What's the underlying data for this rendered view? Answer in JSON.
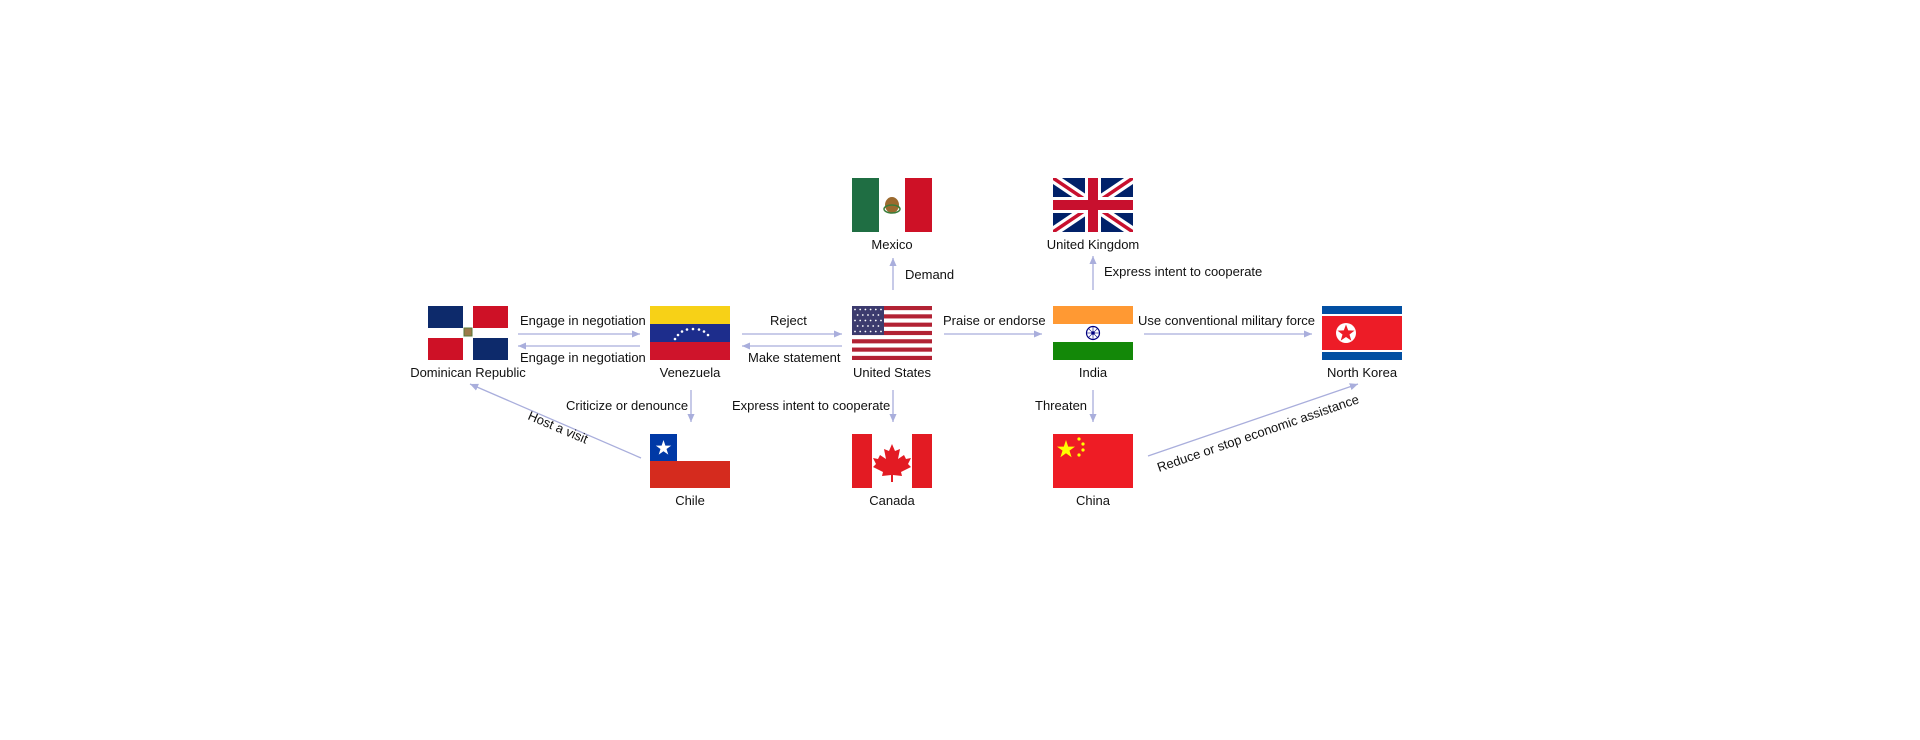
{
  "countries": {
    "dominican_republic": "Dominican Republic",
    "venezuela": "Venezuela",
    "united_states": "United States",
    "india": "India",
    "north_korea": "North Korea",
    "mexico": "Mexico",
    "united_kingdom": "United Kingdom",
    "chile": "Chile",
    "canada": "Canada",
    "china": "China"
  },
  "relations": {
    "dr_to_ven": "Engage in negotiation",
    "ven_to_dr": "Engage in negotiation",
    "ven_to_us": "Reject",
    "us_to_ven": "Make statement",
    "us_to_mex": "Demand",
    "us_to_can": "Express intent to cooperate",
    "us_to_ind": "Praise or endorse",
    "ind_to_uk": "Express intent to cooperate",
    "ind_to_nk": "Use conventional military force",
    "ind_to_chn": "Threaten",
    "ven_to_chl": "Criticize or denounce",
    "chl_to_dr": "Host a visit",
    "chn_to_nk": "Reduce or stop economic assistance"
  },
  "colors": {
    "edge": "#a9aedc"
  }
}
